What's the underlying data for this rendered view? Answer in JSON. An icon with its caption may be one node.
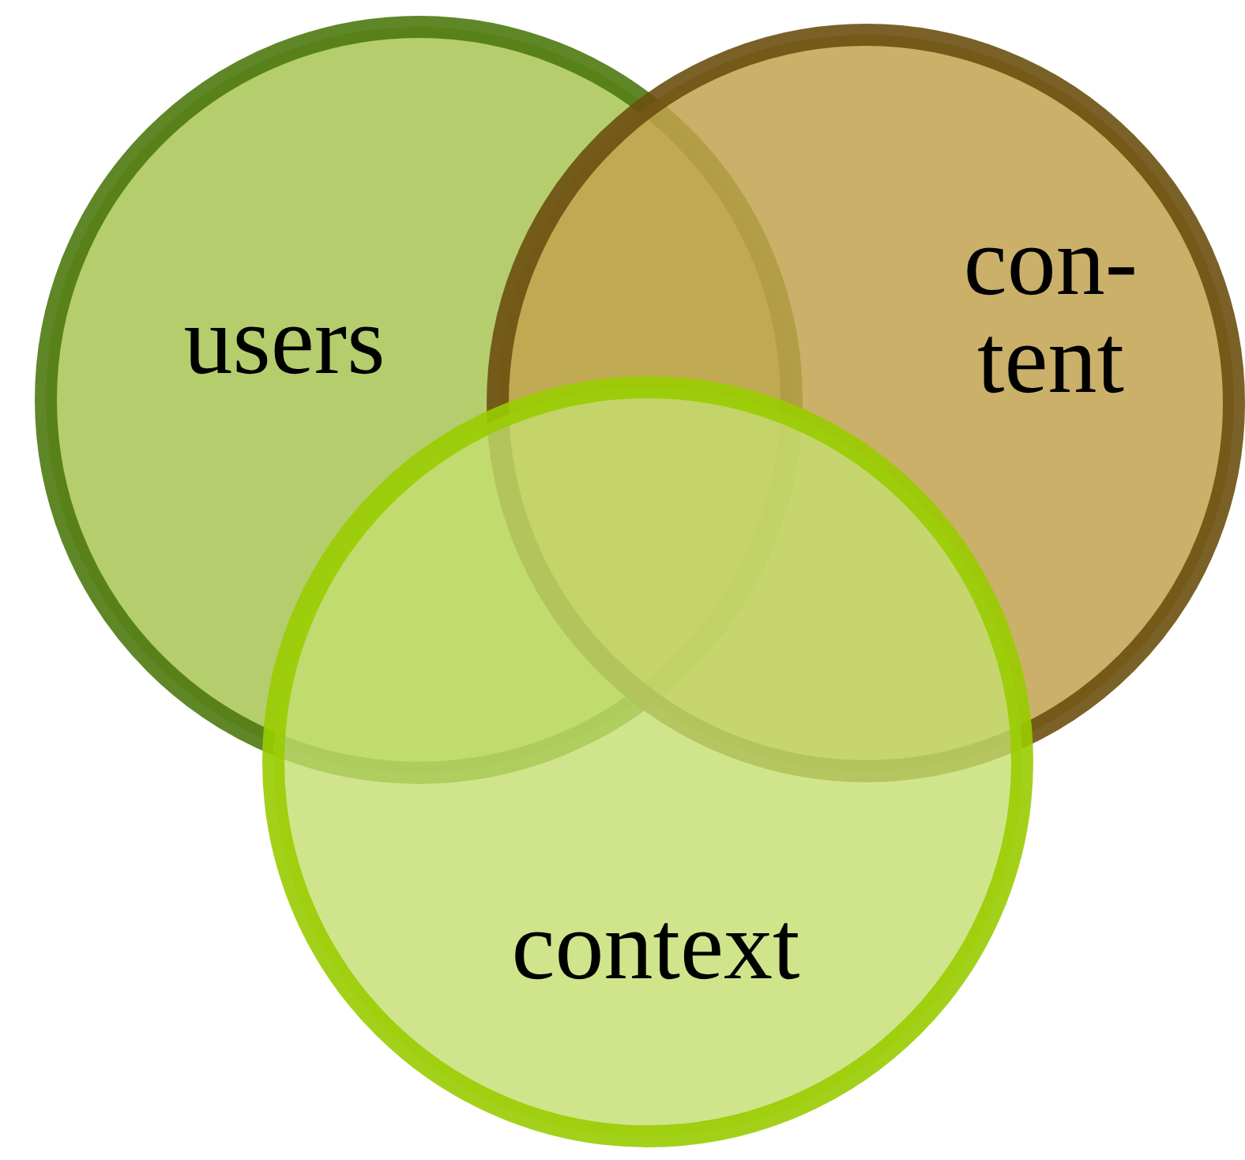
{
  "diagram": {
    "nodes": [
      {
        "text": [
          "users"
        ]
      },
      {
        "text": [
          "con- tent"
        ]
      },
      {
        "text": [
          "context"
        ]
      }
    ]
  }
}
